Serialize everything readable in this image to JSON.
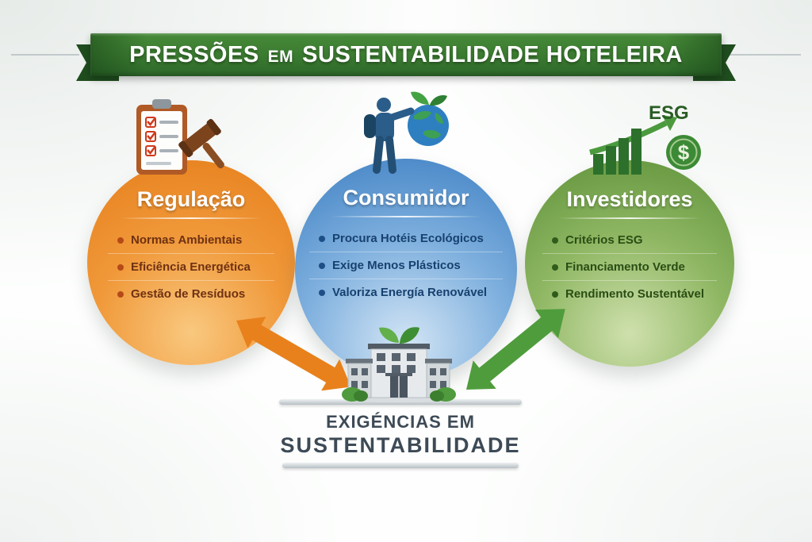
{
  "banner": {
    "title_parts": [
      "PRESSÕES",
      "EM",
      "SUSTENTABILIDADE HOTELEIRA"
    ],
    "ribbon_color": "#3a7a30"
  },
  "circles": [
    {
      "title": "Regulação",
      "icon": "clipboard-gavel-icon",
      "items": [
        "Normas Ambientais",
        "Eficiência Energética",
        "Gestão de Resíduos"
      ],
      "colors": {
        "deep": "#e67d1a",
        "mid": "#f0993a",
        "light": "#f9c87f",
        "text": "#6f3112",
        "bullet": "#b54a18"
      }
    },
    {
      "title": "Consumidor",
      "icon": "traveler-globe-icon",
      "items": [
        "Procura Hotéis Ecológicos",
        "Exige Menos Plásticos",
        "Valoriza Energía Renovável"
      ],
      "colors": {
        "deep": "#3c7ec2",
        "mid": "#7fb0de",
        "light": "#d3e5f5",
        "text": "#17416f",
        "bullet": "#1d4e85"
      }
    },
    {
      "title": "Investidores",
      "icon": "esg-growth-coin-icon",
      "items": [
        "Critérios ESG",
        "Financiamento Verde",
        "Rendimento Sustentável"
      ],
      "colors": {
        "deep": "#5d9038",
        "mid": "#8fb763",
        "light": "#cfe0ad",
        "text": "#2a4d14",
        "bullet": "#2f5c1a"
      }
    }
  ],
  "investors_icon": {
    "esg_label": "ESG",
    "dollar_sign": "$"
  },
  "center": {
    "icon": "eco-hotel-icon",
    "label_line1": "EXIGÉNCIAS EM",
    "label_line2": "SUSTENTABILIDADE"
  },
  "arrows": [
    {
      "name": "regulation-to-hotel",
      "color": "#e8811c"
    },
    {
      "name": "investors-to-hotel",
      "color": "#4f9c3c"
    }
  ]
}
